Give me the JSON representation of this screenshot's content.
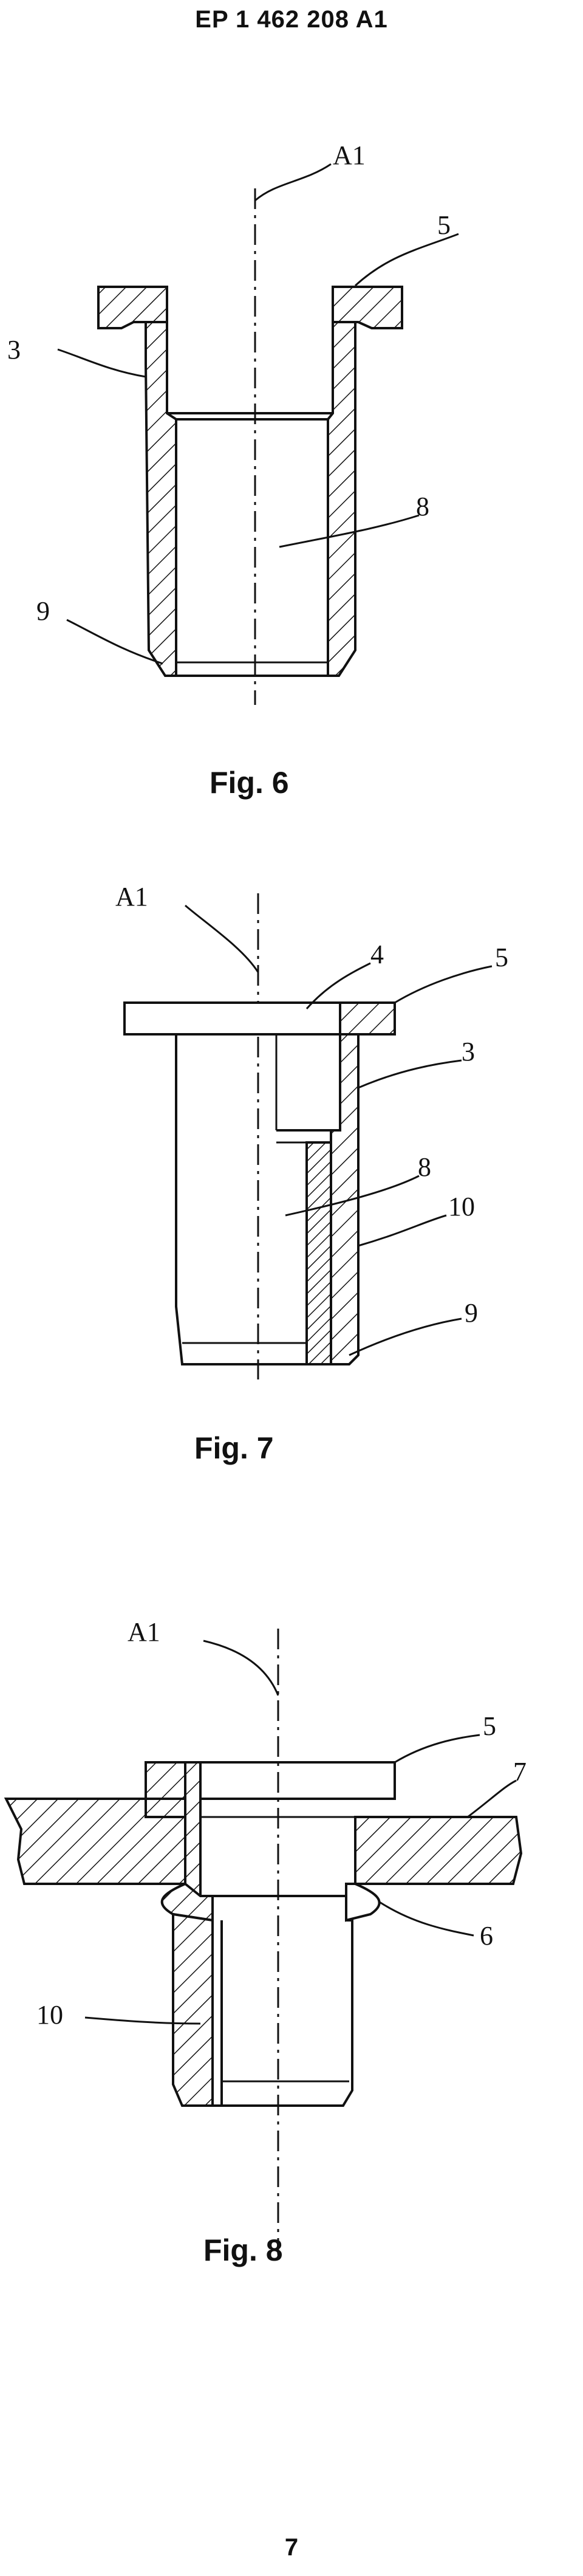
{
  "header": {
    "publication_number": "EP 1 462 208 A1"
  },
  "figures": [
    {
      "caption": "Fig. 6",
      "labels": {
        "axis": "A1",
        "flange": "5",
        "shank": "3",
        "bore": "8",
        "chamfer": "9"
      }
    },
    {
      "caption": "Fig. 7",
      "labels": {
        "axis": "A1",
        "head_bore": "4",
        "flange": "5",
        "shank": "3",
        "bore": "8",
        "wall": "10",
        "chamfer": "9"
      }
    },
    {
      "caption": "Fig. 8",
      "labels": {
        "axis": "A1",
        "flange": "5",
        "plate": "7",
        "bulge": "6",
        "wall": "10"
      }
    }
  ],
  "footer": {
    "page_number": "7"
  }
}
